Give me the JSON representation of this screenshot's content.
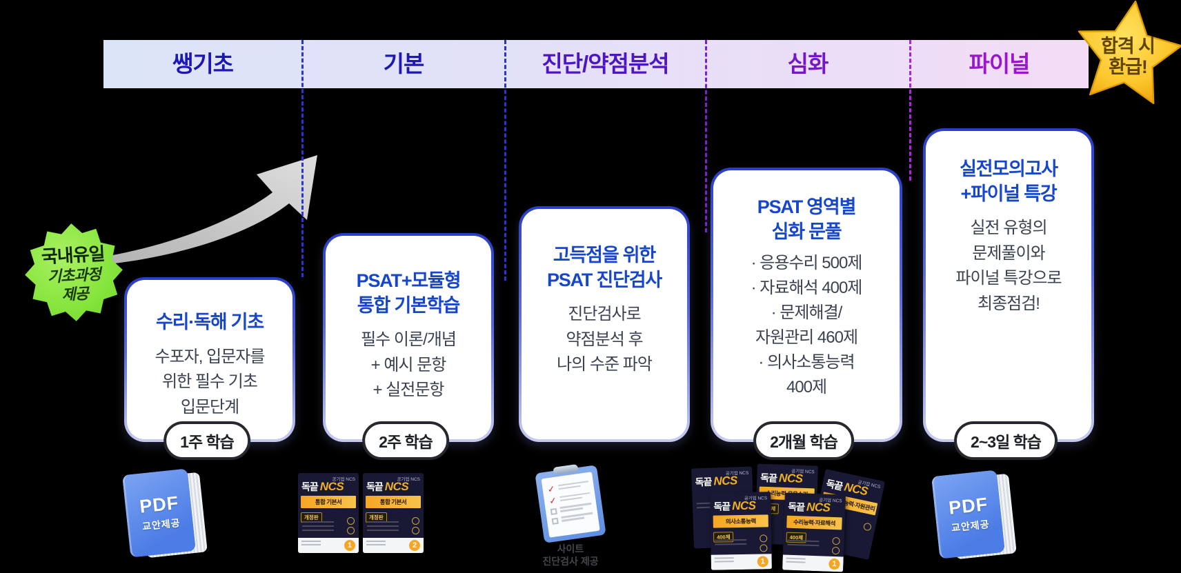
{
  "stages": [
    {
      "label": "쌩기초",
      "color": "#1d18b4"
    },
    {
      "label": "기본",
      "color": "#1d18b4"
    },
    {
      "label": "진단/약점분석",
      "color": "#4d16c2"
    },
    {
      "label": "심화",
      "color": "#7517c4"
    },
    {
      "label": "파이널",
      "color": "#9a15cb"
    }
  ],
  "refund_badge": {
    "text": "합격 시\n환급!"
  },
  "unique_badge": {
    "title": "국내유일",
    "subtitle": "기초과정\n제공"
  },
  "cards": [
    {
      "title": "수리·독해 기초",
      "body": "수포자, 입문자를\n위한 필수 기초\n입문단계",
      "duration": "1주 학습"
    },
    {
      "title": "PSAT+모듈형\n통합 기본학습",
      "body": "필수 이론/개념\n+ 예시 문항\n+ 실전문항",
      "duration": "2주 학습"
    },
    {
      "title": "고득점을 위한\nPSAT 진단검사",
      "body": "진단검사로\n약점분석 후\n나의 수준 파악"
    },
    {
      "title": "PSAT 영역별\n심화 문풀",
      "body": "· 응용수리 500제\n· 자료해석 400제\n· 문제해결/\n자원관리 460제\n· 의사소통능력\n400제",
      "duration": "2개월 학습"
    },
    {
      "title": "실전모의고사\n+파이널 특강",
      "body": "실전 유형의\n문제풀이와\n파이널 특강으로\n최종점검!",
      "duration": "2~3일 학습"
    }
  ],
  "materials": {
    "pdf_book": {
      "top": "PDF",
      "bottom": "교안제공"
    },
    "ncs": {
      "brand": "독끝",
      "series": "NCS",
      "sub": "공기업 NCS"
    },
    "basic_books": [
      {
        "banner": "통합 기본서",
        "edition": "개정판",
        "volume": "1"
      },
      {
        "banner": "통합 기본서",
        "edition": "개정판",
        "volume": "2"
      }
    ],
    "advanced_books": [
      {
        "banner": "수리능력·응용수리",
        "tag": "500제"
      },
      {
        "banner": "문제해결능력·자원관리",
        "tag": "460제"
      },
      {
        "banner": "의사소통능력",
        "tag": "400제",
        "volume": "1"
      },
      {
        "banner": "수리능력·자료해석",
        "tag": "400제",
        "volume": "1"
      }
    ],
    "clipboard": {
      "caption": "사이트\n진단검사 제공",
      "check_glyph": "✓"
    }
  },
  "colors": {
    "background": "#000000",
    "bar_gradient_start": "#dce4f8",
    "bar_gradient_end": "#f3dcf6",
    "card_border": "#2b3ec8",
    "card_title": "#1646cc",
    "divider_blue": "#2634d8",
    "divider_purple": "#7a22cc",
    "divider_magenta": "#a928d6",
    "refund_star_gold": "#f7b71d",
    "unique_green": "#85e43b",
    "ncs_orange": "#f6a623",
    "pdf_blue": "#5585e8"
  }
}
